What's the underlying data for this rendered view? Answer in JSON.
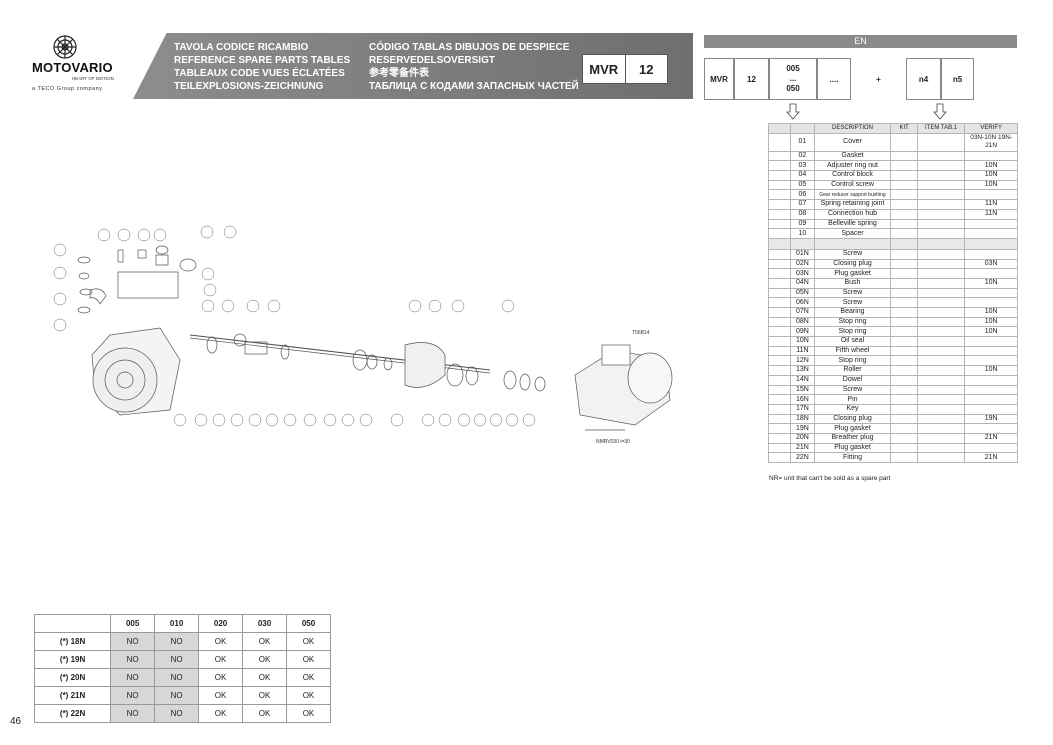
{
  "header": {
    "brand": "MOTOVARIO",
    "motto": "HEART OF MOTION",
    "group": "a TECO Group company",
    "titles_left": [
      "TAVOLA CODICE RICAMBIO",
      "REFERENCE SPARE PARTS TABLES",
      "TABLEAUX CODE VUES ÉCLATÉES",
      "TEILEXPLOSIONS-ZEICHNUNG"
    ],
    "titles_right": [
      "CÓDIGO TABLAS DIBUJOS DE DESPIECE",
      "RESERVEDELSOVERSIGT",
      "参考零备件表",
      "ТАБЛИЦА С КОДАМИ ЗАПАСНЫХ ЧАСТЕЙ"
    ],
    "model": "MVR",
    "size": "12"
  },
  "code": {
    "lang": "EN",
    "boxes": [
      "MVR",
      "12",
      "005\n...\n050",
      "....",
      "+",
      "n4",
      "n5"
    ]
  },
  "parts_table": {
    "headers": [
      "",
      "DESCRIPTION",
      "KIT",
      "ITEM TAB.1",
      "VERIFY"
    ],
    "group1": [
      [
        "01",
        "Cover",
        "03N-10N 19N-21N"
      ],
      [
        "02",
        "Gasket",
        ""
      ],
      [
        "03",
        "Adjuster ring nut",
        "10N"
      ],
      [
        "04",
        "Control block",
        "10N"
      ],
      [
        "05",
        "Control screw",
        "10N"
      ],
      [
        "06",
        "Gear reducer support bushing",
        ""
      ],
      [
        "07",
        "Spring retaining joint",
        "11N"
      ],
      [
        "08",
        "Connection hub",
        "11N"
      ],
      [
        "09",
        "Belleville spring",
        ""
      ],
      [
        "10",
        "Spacer",
        ""
      ]
    ],
    "group2": [
      [
        "01N",
        "Screw",
        ""
      ],
      [
        "02N",
        "Closing plug",
        "03N"
      ],
      [
        "03N",
        "Plug gasket",
        ""
      ],
      [
        "04N",
        "Bush",
        "10N"
      ],
      [
        "05N",
        "Screw",
        ""
      ],
      [
        "06N",
        "Screw",
        ""
      ],
      [
        "07N",
        "Bearing",
        "10N"
      ],
      [
        "08N",
        "Stop ring",
        "10N"
      ],
      [
        "09N",
        "Stop ring",
        "10N"
      ],
      [
        "10N",
        "Oil seal",
        ""
      ],
      [
        "11N",
        "Fifth wheel",
        ""
      ],
      [
        "12N",
        "Stop ring",
        ""
      ],
      [
        "13N",
        "Roller",
        "10N"
      ],
      [
        "14N",
        "Dowel",
        ""
      ],
      [
        "15N",
        "Screw",
        ""
      ],
      [
        "16N",
        "Pin",
        ""
      ],
      [
        "17N",
        "Key",
        ""
      ],
      [
        "18N",
        "Closing plug",
        "19N"
      ],
      [
        "19N",
        "Plug gasket",
        ""
      ],
      [
        "20N",
        "Breather plug",
        "21N"
      ],
      [
        "21N",
        "Plug gasket",
        ""
      ],
      [
        "22N",
        "Fitting",
        "21N"
      ]
    ],
    "note": "NR= unit that can't be sold as a spare part"
  },
  "availability": {
    "columns": [
      "",
      "005",
      "010",
      "020",
      "030",
      "050"
    ],
    "rows": [
      [
        "(*) 18N",
        "NO",
        "NO",
        "OK",
        "OK",
        "OK"
      ],
      [
        "(*) 19N",
        "NO",
        "NO",
        "OK",
        "OK",
        "OK"
      ],
      [
        "(*) 20N",
        "NO",
        "NO",
        "OK",
        "OK",
        "OK"
      ],
      [
        "(*) 21N",
        "NO",
        "NO",
        "OK",
        "OK",
        "OK"
      ],
      [
        "(*) 22N",
        "NO",
        "NO",
        "OK",
        "OK",
        "OK"
      ]
    ]
  },
  "drawing": {
    "ref": "T56B14",
    "label": "NMRV030 i=30"
  },
  "page_number": "46"
}
